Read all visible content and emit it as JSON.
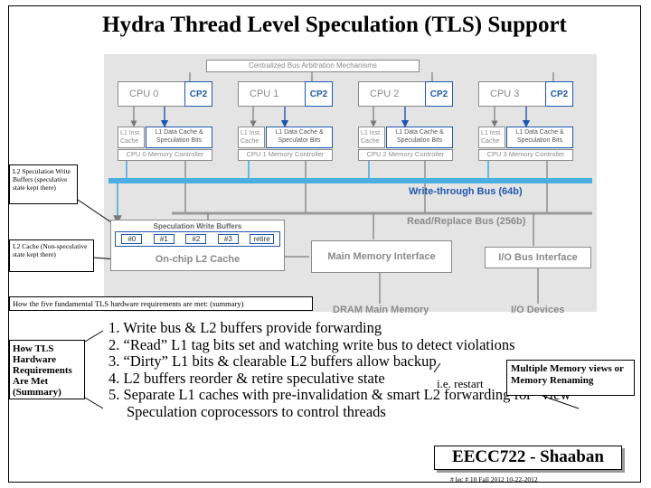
{
  "title": "Hydra Thread Level Speculation (TLS) Support",
  "diagram": {
    "arbitration": "Centralized Bus Arbitration Mechanisms",
    "cpus": [
      {
        "cpu": "CPU 0",
        "cp2": "CP2",
        "l1_inst": "L1 Inst. Cache",
        "l1_data": "L1 Data Cache & Speculation Bits",
        "controller": "CPU 0 Memory Controller"
      },
      {
        "cpu": "CPU 1",
        "cp2": "CP2",
        "l1_inst": "L1 Inst. Cache",
        "l1_data": "L1 Data Cache & Speculator Bits",
        "controller": "CPU 1 Memory Controller"
      },
      {
        "cpu": "CPU 2",
        "cp2": "CP2",
        "l1_inst": "L1 Inst. Cache",
        "l1_data": "L1 Data Cache & Speculation Bits",
        "controller": "CPU 2 Memory Controller"
      },
      {
        "cpu": "CPU 3",
        "cp2": "CP2",
        "l1_inst": "L1 Inst. Cache",
        "l1_data": "L1 Data Cache & Speculation Bits",
        "controller": "CPU 3 Memory Controller"
      }
    ],
    "write_bus": "Write-through Bus (64b)",
    "read_bus": "Read/Replace Bus (256b)",
    "swb_title": "Speculation Write Buffers",
    "buffers": [
      "#0",
      "#1",
      "#2",
      "#3",
      "retire"
    ],
    "l2": "On-chip L2 Cache",
    "main_mem_if": "Main Memory Interface",
    "io_if": "I/O Bus Interface",
    "dram": "DRAM Main Memory",
    "io_devices": "I/O Devices"
  },
  "callouts": {
    "l2_spec": "L2 Speculation Write Buffers (speculative state kept there)",
    "l2_cache": "L2 Cache (Non-speculative state kept there)",
    "how_met": "How the five fundamental TLS hardware requirements are met: (summary)",
    "how_tls": "How TLS Hardware Requirements Are Met (Summary)",
    "restart": "i.e. restart",
    "memory_views": "Multiple Memory views or Memory Renaming"
  },
  "list": [
    "1. Write bus & L2 buffers provide forwarding",
    "2. “Read” L1 tag bits set and watching write bus to detect violations",
    "3. “Dirty” L1 bits & clearable L2 buffers allow backup",
    "4. L2 buffers reorder & retire speculative state",
    "5. Separate L1 caches with pre-invalidation & smart L2 forwarding for “view”",
    "    Speculation coprocessors to control threads"
  ],
  "footer": {
    "course": "EECC722 - Shaaban",
    "info": "#  lec # 10   Fall 2012   10-22-2012"
  },
  "colors": {
    "blue": "#1f58b0",
    "bus": "#4aaee0",
    "gray": "#8a8a8a",
    "panel": "#e4e4e4"
  }
}
